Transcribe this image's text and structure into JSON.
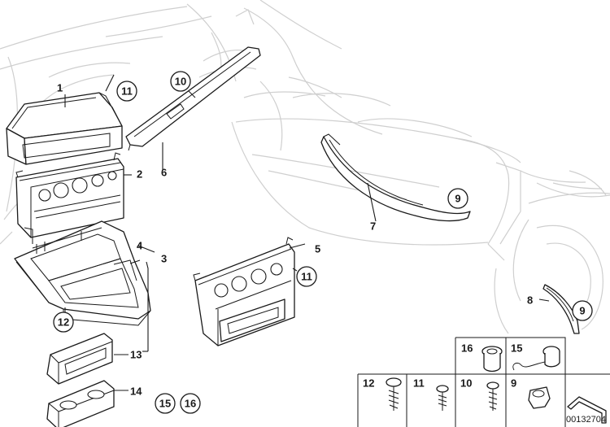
{
  "labels": {
    "n1": "1",
    "n2": "2",
    "n3": "3",
    "n4": "4",
    "n5": "5",
    "n6": "6",
    "n7": "7",
    "n8": "8",
    "n13": "13",
    "n14": "14"
  },
  "circled": {
    "c11a": "11",
    "c10": "10",
    "c11b": "11",
    "c9a": "9",
    "c9b": "9",
    "c12": "12",
    "c15": "15",
    "c16": "16"
  },
  "fasteners": {
    "f16": "16",
    "f15": "15",
    "f12": "12",
    "f11": "11",
    "f10": "10",
    "f9": "9"
  },
  "reference_number": "00132704"
}
